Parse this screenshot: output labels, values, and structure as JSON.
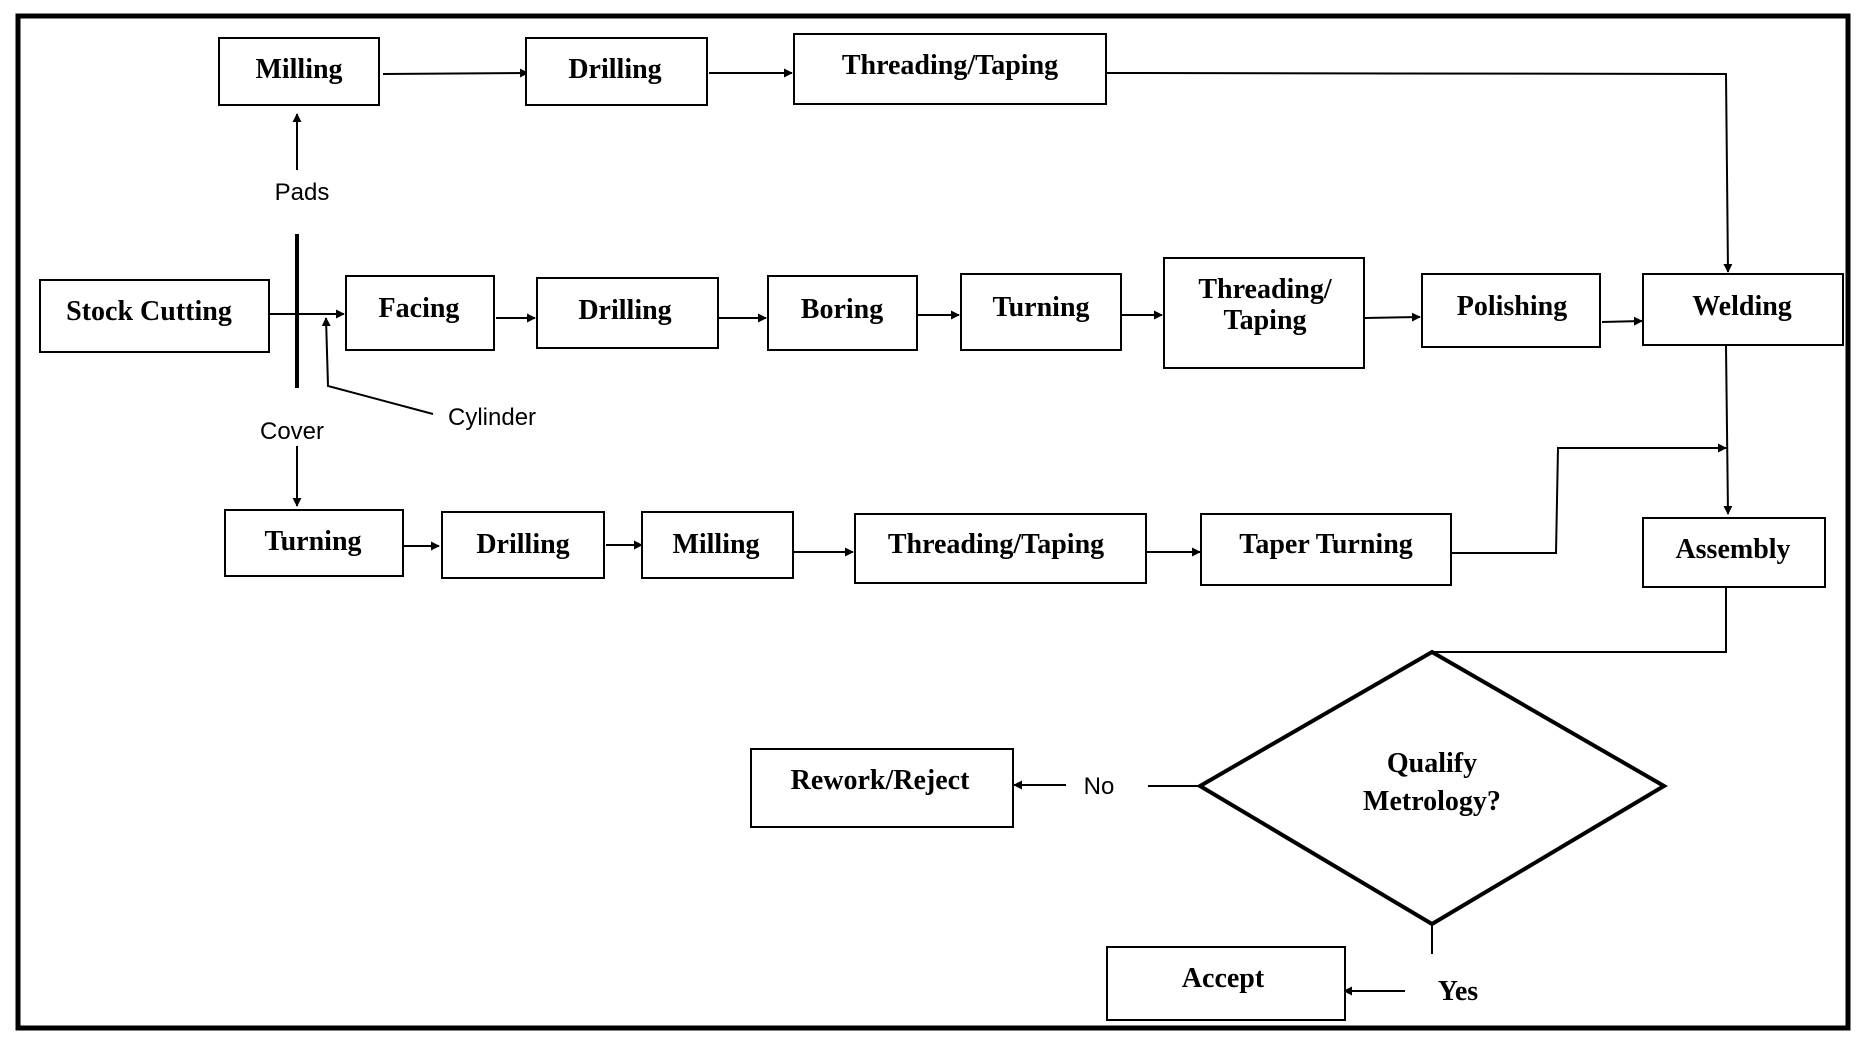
{
  "flowchart": {
    "nodes": [
      {
        "id": "stock_cutting",
        "label": "Stock Cutting"
      },
      {
        "id": "milling_top",
        "label": "Milling"
      },
      {
        "id": "drilling_top",
        "label": "Drilling"
      },
      {
        "id": "threading_top",
        "label": "Threading/Taping"
      },
      {
        "id": "facing",
        "label": "Facing"
      },
      {
        "id": "drilling_mid",
        "label": "Drilling"
      },
      {
        "id": "boring",
        "label": "Boring"
      },
      {
        "id": "turning_mid",
        "label": "Turning"
      },
      {
        "id": "threading_mid",
        "label": "Threading/\nTaping"
      },
      {
        "id": "polishing",
        "label": "Polishing"
      },
      {
        "id": "welding",
        "label": "Welding"
      },
      {
        "id": "turning_bot",
        "label": "Turning"
      },
      {
        "id": "drilling_bot",
        "label": "Drilling"
      },
      {
        "id": "milling_bot",
        "label": "Milling"
      },
      {
        "id": "threading_bot",
        "label": "Threading/Taping"
      },
      {
        "id": "taper_turning",
        "label": "Taper Turning"
      },
      {
        "id": "assembly",
        "label": "Assembly"
      },
      {
        "id": "qualify",
        "label": "Qualify\nMetrology?"
      },
      {
        "id": "rework",
        "label": "Rework/Reject"
      },
      {
        "id": "accept",
        "label": "Accept"
      }
    ],
    "branch_labels": {
      "pads": "Pads",
      "cover": "Cover",
      "cylinder": "Cylinder",
      "no": "No",
      "yes": "Yes"
    }
  }
}
